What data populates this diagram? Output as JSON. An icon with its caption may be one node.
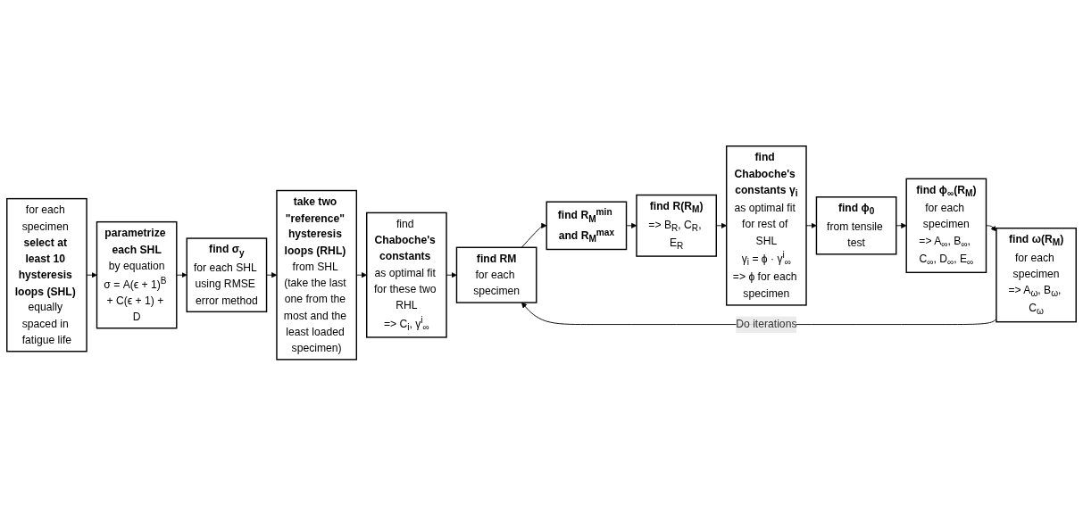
{
  "diagram": {
    "nodes": [
      {
        "text": [
          "for each specimen **select at least 10 hysteresis loops (SHL)** equally spaced in fatigue life"
        ]
      },
      {
        "text": [
          "parametrize each SHL",
          "by equation",
          "σ = A(ϵ + 1)$^{B}$ + C(ϵ + 1) + D"
        ]
      },
      {
        "text": [
          "find σ$_{y}$",
          "for each SHL using RMSE error method"
        ]
      },
      {
        "text": [
          "**take two \"reference\" hysteresis loops (RHL)** from SHL (take the last one from the most and the least loaded specimen)"
        ]
      },
      {
        "text": [
          "find **Chaboche's constants** as optimal fit for these two RHL",
          "=> C$_{i}$, γ$^{i}$$_{∞}$"
        ]
      },
      {
        "text": [
          "find RM",
          "for each specimen"
        ]
      },
      {
        "text": [
          "find R$_{M}$$^{min}$ and R$_{M}$$^{max}$"
        ]
      },
      {
        "text": [
          "find R(R$_{M}$)",
          "=> B$_{R}$, C$_{R}$, E$_{R}$"
        ]
      },
      {
        "text": [
          "find Chaboche's constants γ$_{i}$",
          "as optimal fit for rest of SHL",
          "γ$_{i}$ = ϕ · γ$^{i}$$_{∞}$",
          "=> ϕ for each specimen"
        ]
      },
      {
        "text": [
          "find ϕ$_{0}$",
          "from tensile test"
        ]
      },
      {
        "text": [
          "find ϕ$_{∞}$(R$_{M}$)",
          "for each specimen",
          "=> A$_{∞}$, B$_{∞}$, C$_{∞}$, D$_{∞}$, E$_{∞}$"
        ]
      },
      {
        "text": [
          "find ω(R$_{M}$)",
          "for each specimen",
          "=> A$_{ω}$, B$_{ω}$, C$_{ω}$"
        ]
      }
    ],
    "edges": [
      {
        "from": 0,
        "to": 1,
        "arrow": "to"
      },
      {
        "from": 1,
        "to": 2,
        "arrow": "to"
      },
      {
        "from": 2,
        "to": 3,
        "arrow": "to"
      },
      {
        "from": 3,
        "to": 4,
        "arrow": "to"
      },
      {
        "from": 4,
        "to": 5,
        "arrow": "to"
      },
      {
        "from": 5,
        "to": 6,
        "arrow": "to"
      },
      {
        "from": 6,
        "to": 7,
        "arrow": "to"
      },
      {
        "from": 7,
        "to": 8,
        "arrow": "to"
      },
      {
        "from": 8,
        "to": 9,
        "arrow": "to"
      },
      {
        "from": 9,
        "to": 10,
        "arrow": "to"
      },
      {
        "from": 10,
        "to": 11,
        "arrow": "to"
      },
      {
        "from": 11,
        "to": 5,
        "arrow": "to",
        "label": "Do iterations"
      }
    ]
  }
}
